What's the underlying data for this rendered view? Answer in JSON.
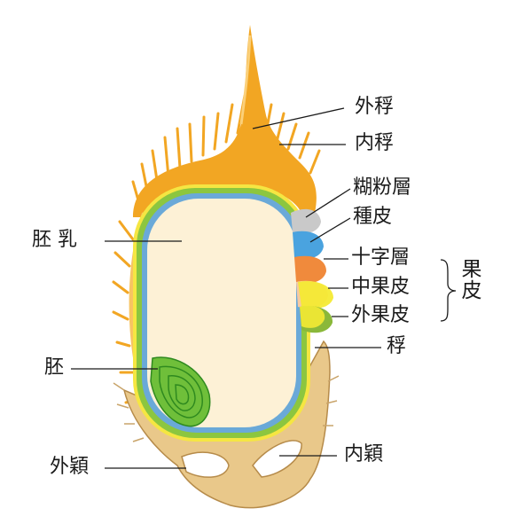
{
  "labels": {
    "gaifu": "外稃",
    "naifu": "内稃",
    "hufun": "糊粉層",
    "shuhi": "種皮",
    "jujiso": "十字層",
    "chukahi": "中果皮",
    "gaikahi": "外果皮",
    "fu": "稃",
    "kanyu": "胚 乳",
    "hai": "胚",
    "gaiei": "外穎",
    "naiei": "内穎",
    "kahi": "果皮"
  },
  "colors": {
    "husk": "#f2a623",
    "husk_dark": "#d88a10",
    "endosperm": "#fdf1d6",
    "aleurone_blue": "#6aa9d8",
    "seedcoat_green": "#8cc63f",
    "seedcoat_yellow": "#f5e642",
    "glume": "#e9c88a",
    "glume_edge": "#b68b4a",
    "embryo": "#6fbf3a",
    "embryo_line": "#2f8a1f",
    "gray": "#c9c9c9",
    "blue": "#4aa3df",
    "orange": "#f08a3c",
    "peach": "#f6c9a2",
    "yellow": "#f4ea34",
    "olive": "#8ab83a"
  }
}
